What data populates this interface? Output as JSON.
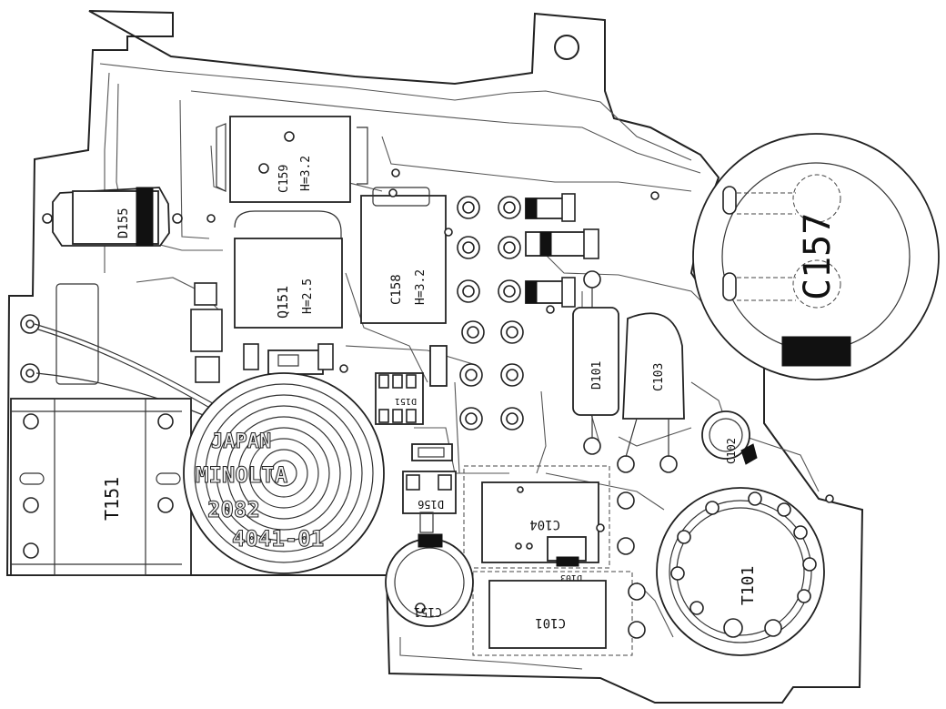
{
  "labels": {
    "d155": "D155",
    "c159": "C159",
    "c159_h": "H=3.2",
    "q151": "Q151",
    "q151_h": "H=2.5",
    "c158": "C158",
    "c158_h": "H=3.2",
    "c157": "C157",
    "d101": "D101",
    "c103": "C103",
    "c102": "C102",
    "t151": "T151",
    "t101": "T101",
    "c104": "C104",
    "c101": "C101",
    "c151": "C151",
    "d156": "D156",
    "d103": "D103",
    "d151": "D151"
  },
  "marking": {
    "line1": "JAPAN",
    "line2": "MINOLTA",
    "line3": "2082",
    "line4": "4041-01"
  }
}
